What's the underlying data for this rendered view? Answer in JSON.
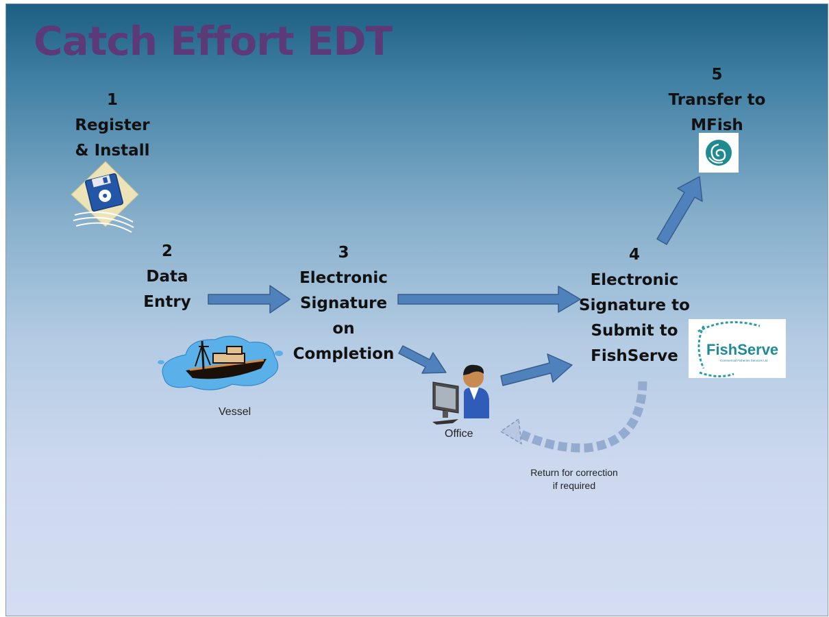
{
  "title": "Catch Effort EDT",
  "steps": {
    "s1": [
      "1",
      "Register",
      "& Install"
    ],
    "s2": [
      "2",
      "Data",
      "Entry"
    ],
    "s3": [
      "3",
      "Electronic",
      "Signature",
      "on",
      "Completion"
    ],
    "s4": [
      "4",
      "Electronic",
      "Signature to",
      "Submit to",
      "FishServe"
    ],
    "s5": [
      "5",
      "Transfer to",
      "MFish"
    ]
  },
  "captions": {
    "vessel": "Vessel",
    "office": "Office",
    "return": [
      "Return for correction",
      "if required"
    ]
  },
  "logos": {
    "fishserve": "FishServe",
    "fishserve_sub": "Commercial Fisheries Services Ltd"
  },
  "colors": {
    "title": "#5c3a78",
    "arrow_fill": "#4f81bd",
    "arrow_stroke": "#385d8a",
    "background_top": "#1c5f82",
    "background_bottom": "#d4ddf2"
  },
  "icons": [
    "floppy-disk-icon",
    "boat-icon",
    "office-worker-icon",
    "mfish-logo",
    "fishserve-logo"
  ]
}
